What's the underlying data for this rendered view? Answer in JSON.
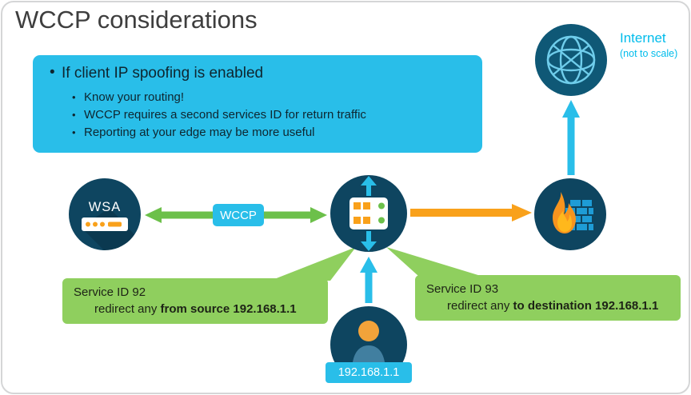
{
  "title": "WCCP considerations",
  "note": {
    "heading": "If client IP spoofing is enabled",
    "items": [
      "Know your routing!",
      "WCCP requires a second services ID for return traffic",
      "Reporting at your edge may be more useful"
    ]
  },
  "internet": {
    "label": "Internet",
    "note": "(not to scale)"
  },
  "wsa": {
    "label": "WSA"
  },
  "wccp_chip": {
    "label": "WCCP"
  },
  "user": {
    "ip": "192.168.1.1"
  },
  "callouts": {
    "left": {
      "title": "Service ID 92",
      "rule_prefix": "redirect any ",
      "rule_bold": "from source 192.168.1.1"
    },
    "right": {
      "title": "Service ID 93",
      "rule_prefix": "redirect any ",
      "rule_bold": "to destination 192.168.1.1"
    }
  },
  "colors": {
    "cyan": "#29BEE9",
    "cisco_blue_text": "#00BCEB",
    "dark_navy": "#0E4560",
    "green": "#6CC04A",
    "callout_green": "#8FCF5E",
    "orange": "#F9A11B"
  }
}
